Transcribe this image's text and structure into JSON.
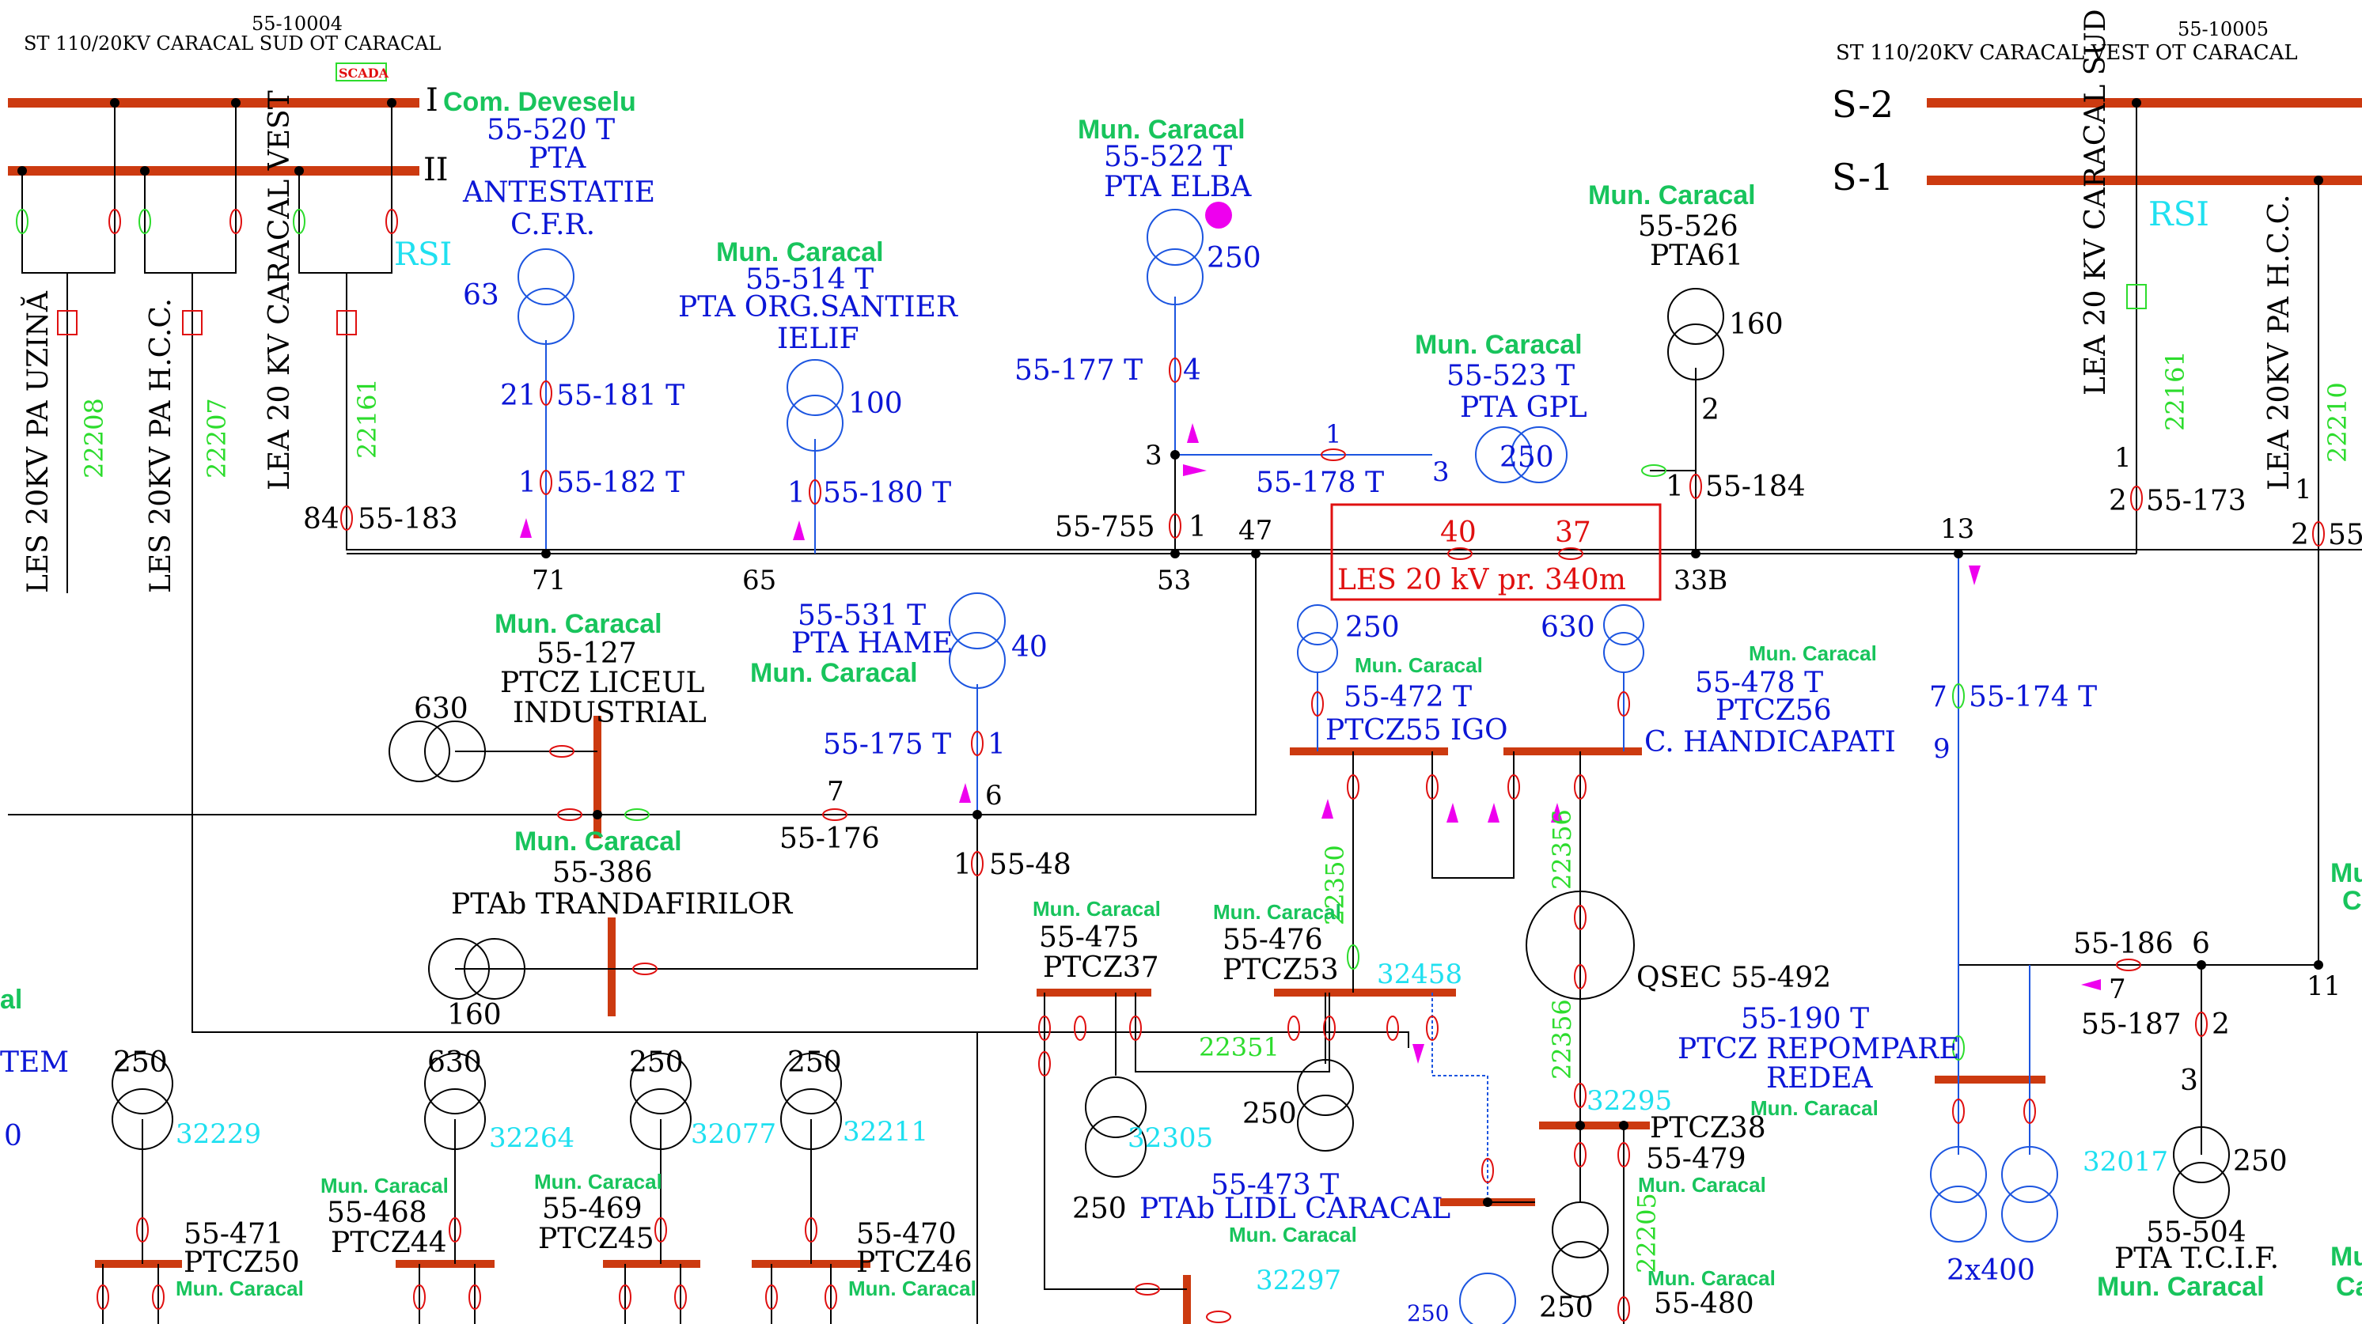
{
  "colors": {
    "busbar": "#cc3a10",
    "line_black": "#000000",
    "line_blue": "#1c55e0",
    "text_blue": "#0b16d6",
    "text_green": "#18c45c",
    "text_cyan": "#1fe0f0",
    "marker_magenta": "#ee00ee",
    "les_red": "#e01010"
  },
  "substation_left": {
    "code": "55-10004",
    "name": "ST 110/20KV CARACAL SUD OT CARACAL",
    "badge": "SCADA",
    "bus_1": "I",
    "bus_2": "II",
    "rsi": "RSI",
    "feeder_1": "LES 20KV PA UZINĂ",
    "feeder_1_num": "22208",
    "feeder_2": "LES 20KV PA H.C.C.",
    "feeder_2_num": "22207",
    "feeder_3": "LEA 20 KV CARACAL VEST",
    "feeder_3_num": "22161"
  },
  "substation_right": {
    "code": "55-10005",
    "name": "ST 110/20KV CARACAL VEST OT CARACAL",
    "bus_s2": "S-2",
    "bus_s1": "S-1",
    "rsi": "RSI",
    "feeder_1": "LEA 20 KV CARACAL SUD",
    "feeder_1_num": "22161",
    "feeder_2": "LEA 20KV PA H.C.C.",
    "feeder_2_num": "22210"
  },
  "les": {
    "label": "LES 20 kV pr. 340m",
    "num_a": "40",
    "num_b": "37"
  },
  "labels": {
    "com_deveselu": "Com. Deveselu",
    "pta_520_code": "55-520 T",
    "pta_520_type": "PTA",
    "pta_520_name1": "ANTESTATIE",
    "pta_520_name2": "C.F.R.",
    "pta_520_kva": "63",
    "sep_181_a": "21",
    "sep_181": "55-181 T",
    "sep_182_a": "1",
    "sep_182": "55-182 T",
    "sep_183_a": "84",
    "sep_183": "55-183",
    "node_71": "71",
    "mun_514": "Mun. Caracal",
    "pta_514_code": "55-514 T",
    "pta_514_name1": "PTA ORG.SANTIER",
    "pta_514_name2": "IELIF",
    "pta_514_kva": "100",
    "sep_180_a": "1",
    "sep_180": "55-180 T",
    "node_65": "65",
    "mun_522": "Mun. Caracal",
    "pta_522_code": "55-522 T",
    "pta_522_name": "PTA ELBA",
    "pta_522_kva": "250",
    "sep_177": "55-177 T",
    "sep_177_b": "4",
    "node_3": "3",
    "node_755": "55-755",
    "node_755_b": "1",
    "node_53": "53",
    "node_47": "47",
    "sep_178_1": "1",
    "sep_178": "55-178 T",
    "sep_178_3": "3",
    "mun_523": "Mun. Caracal",
    "pta_523_code": "55-523 T",
    "pta_523_name": "PTA GPL",
    "pta_523_kva": "250",
    "mun_526": "Mun. Caracal",
    "pta_526_code": "55-526",
    "pta_526_name": "PTA61",
    "pta_526_kva": "160",
    "pta_526_n2": "2",
    "sep_184_a": "1",
    "sep_184": "55-184",
    "node_33b": "33B",
    "node_13": "13",
    "sep_173_1": "1",
    "sep_173_a": "2",
    "sep_173": "55-173",
    "r_1": "1",
    "r_2": "2",
    "r_55": "55",
    "mun_127": "Mun. Caracal",
    "ptcz_127_code": "55-127",
    "ptcz_127_name1": "PTCZ LICEUL",
    "ptcz_127_name2": "INDUSTRIAL",
    "ptcz_127_kva": "630",
    "pta_531_code": "55-531 T",
    "pta_531_name": "PTA HAME",
    "mun_531": "Mun. Caracal",
    "pta_531_kva": "40",
    "sep_175": "55-175 T",
    "sep_175_b": "1",
    "node_6": "6",
    "node_7": "7",
    "sep_176": "55-176",
    "sep_48_a": "1",
    "sep_48": "55-48",
    "mun_386": "Mun. Caracal",
    "ptab_386_code": "55-386",
    "ptab_386_name": "PTAb TRANDAFIRILOR",
    "ptab_386_kva": "160",
    "kva_250_472": "250",
    "mun_472": "Mun. Caracal",
    "ptcz_472_code": "55-472 T",
    "ptcz_472_name": "PTCZ55 IGO",
    "kva_630_478": "630",
    "mun_478": "Mun. Caracal",
    "ptcz_478_code": "55-478 T",
    "ptcz_478_name1": "PTCZ56",
    "ptcz_478_name2": "C. HANDICAPATI",
    "sep_174_a": "7",
    "sep_174": "55-174 T",
    "node_9": "9",
    "num_22350": "22350",
    "num_22356a": "22356",
    "num_22356b": "22356",
    "num_22351": "22351",
    "num_32458": "32458",
    "num_32295": "32295",
    "num_32305": "32305",
    "num_32297": "32297",
    "num_22205": "22205",
    "qsec": "QSEC 55-492",
    "mun_475": "Mun. Caracal",
    "ptcz_475_code": "55-475",
    "ptcz_475_name": "PTCZ37",
    "mun_476": "Mun. Caracal",
    "ptcz_476_code": "55-476",
    "ptcz_476_name": "PTCZ53",
    "kva_250_473": "250",
    "kva_250_b": "250",
    "ptab_473_code": "55-473 T",
    "ptab_473_name": "PTAb LIDL CARACAL",
    "mun_473": "Mun. Caracal",
    "ptcz_479_name": "PTCZ38",
    "ptcz_479_code": "55-479",
    "mun_479": "Mun. Caracal",
    "mun_480": "Mun. Caracal",
    "ptcz_480_code": "55-480",
    "kva_250_480": "250",
    "kva_250_bot": "250",
    "ptcz_190_code": "55-190 T",
    "ptcz_190_name1": "PTCZ REPOMPARE",
    "ptcz_190_name2": "REDEA",
    "mun_190": "Mun. Caracal",
    "kva_2x400": "2x400",
    "sep_186": "55-186",
    "sep_186_6": "6",
    "node_11": "11",
    "node_7b": "7",
    "sep_187": "55-187",
    "sep_187_b": "2",
    "pta_504_n3": "3",
    "num_32017": "32017",
    "pta_504_kva": "250",
    "pta_504_code": "55-504",
    "pta_504_name": "PTA T.C.I.F.",
    "mun_504": "Mun. Caracal",
    "mun_right_partial": "Mu",
    "c_right_partial": "C",
    "mun_right_partial2": "Mu",
    "c_right_partial2": "Ca",
    "left_al": "al",
    "left_tem": "TEM",
    "left_0": "0",
    "kva_250_1": "250",
    "num_32229": "32229",
    "ptcz_471_code": "55-471",
    "ptcz_471_name": "PTCZ50",
    "mun_471": "Mun. Caracal",
    "kva_630_2": "630",
    "num_32264": "32264",
    "mun_468": "Mun. Caracal",
    "ptcz_468_code": "55-468",
    "ptcz_468_name": "PTCZ44",
    "kva_250_3": "250",
    "num_32077": "32077",
    "mun_469": "Mun. Caracal",
    "ptcz_469_code": "55-469",
    "ptcz_469_name": "PTCZ45",
    "kva_250_4": "250",
    "num_32211": "32211",
    "ptcz_470_code": "55-470",
    "ptcz_470_name": "PTCZ46",
    "mun_470": "Mun. Caracal"
  }
}
